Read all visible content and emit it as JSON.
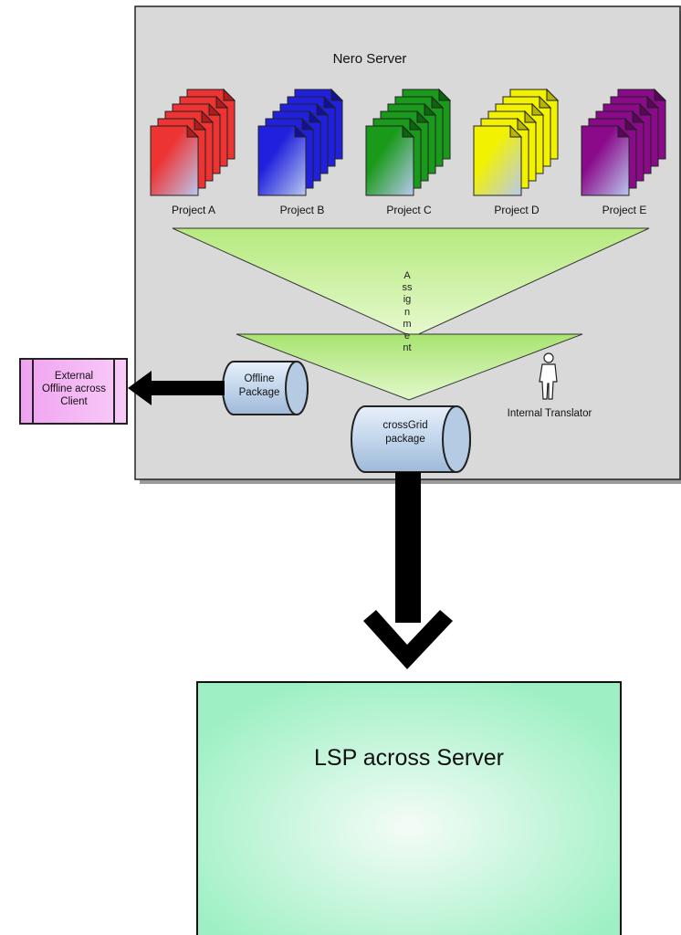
{
  "server": {
    "title": "Nero Server"
  },
  "projects": [
    {
      "label": "Project A",
      "color": "#ee3333",
      "dark": "#b81a1a"
    },
    {
      "label": "Project B",
      "color": "#2020dd",
      "dark": "#10109a"
    },
    {
      "label": "Project C",
      "color": "#1a9a1a",
      "dark": "#0c660c"
    },
    {
      "label": "Project D",
      "color": "#f2f200",
      "dark": "#b7b700"
    },
    {
      "label": "Project E",
      "color": "#8a0a8a",
      "dark": "#5a045a"
    }
  ],
  "assignment_label": "Assignment",
  "translator": {
    "label": "Internal Translator"
  },
  "offline_package": {
    "line1": "Offline",
    "line2": "Package"
  },
  "crossgrid_package": {
    "line1": "crossGrid",
    "line2": "package"
  },
  "external_client": {
    "line1": "External",
    "line2": "Offline across",
    "line3": "Client"
  },
  "lsp_server": {
    "label": "LSP across Server"
  },
  "colors": {
    "server_bg": "#d9d9d9",
    "funnel": "#c9f0a0",
    "client_bg": "#f2a6f2",
    "lsp_bg": "#9ef0c4",
    "cylinder": "#c2d6ec"
  }
}
